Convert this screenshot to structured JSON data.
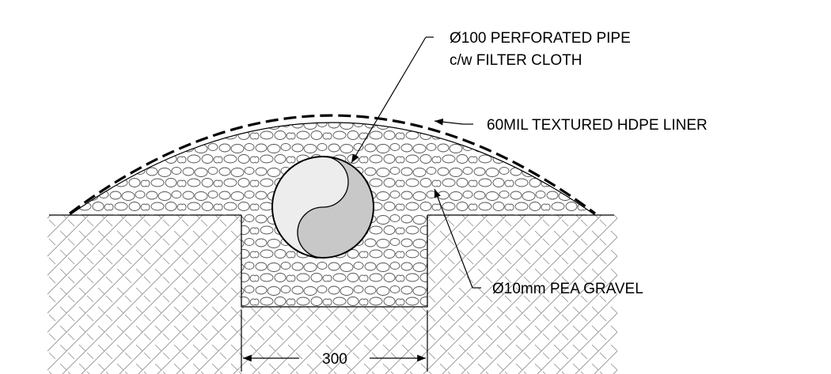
{
  "labels": {
    "pipe_line1": "Ø100 PERFORATED PIPE",
    "pipe_line2": "c/w FILTER CLOTH",
    "liner": "60MIL TEXTURED HDPE LINER",
    "gravel": "Ø10mm PEA GRAVEL",
    "dimension": "300"
  },
  "colors": {
    "line": "#000000",
    "pipe_dark": "#c8c8c8",
    "pipe_light": "#ededed"
  }
}
